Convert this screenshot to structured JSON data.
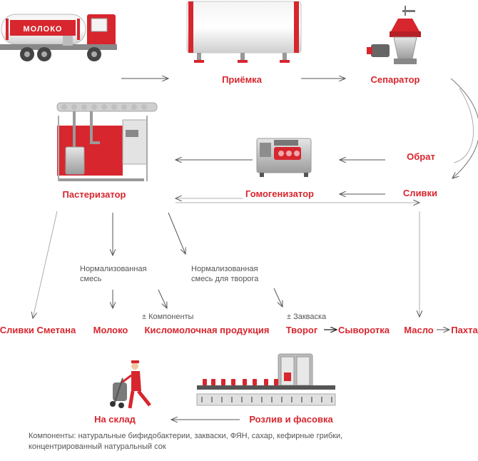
{
  "colors": {
    "accent": "#d7262e",
    "arrow": "#555555",
    "thin": "#9a9a9a"
  },
  "nodes": {
    "priemka": "Приёмка",
    "separator": "Сепаратор",
    "obrat": "Обрат",
    "slivki": "Сливки",
    "gomogenizator": "Гомогенизатор",
    "pasterizator": "Пастеризатор",
    "slivki_smetana": "Сливки Сметана",
    "moloko": "Молоко",
    "kislomolochnaya": "Кисломолочная продукция",
    "tvorog": "Творог",
    "syvorotka": "Сыворотка",
    "maslo": "Масло",
    "pakhta": "Пахта",
    "na_sklad": "На склад",
    "rozliv": "Розлив и фасовка"
  },
  "notes": {
    "norm_smes_1": "Нормализованная",
    "norm_smes_2": "смесь",
    "norm_tvorog_1": "Нормализованная",
    "norm_tvorog_2": "смесь для творога",
    "komponenty": "± Компоненты",
    "zakvaska": "± Закваска"
  },
  "truck_label": "МОЛОКО",
  "footer": {
    "line1": "Компоненты: натуральные бифидобактерии, закваски, ФЯН, сахар, кефирные грибки,",
    "line2": "концентрированный натуральный сок"
  },
  "icons": [
    "milk-truck-icon",
    "reception-tank-icon",
    "separator-icon",
    "homogenizer-icon",
    "pasteurizer-icon",
    "filling-line-icon",
    "warehouse-worker-icon"
  ]
}
